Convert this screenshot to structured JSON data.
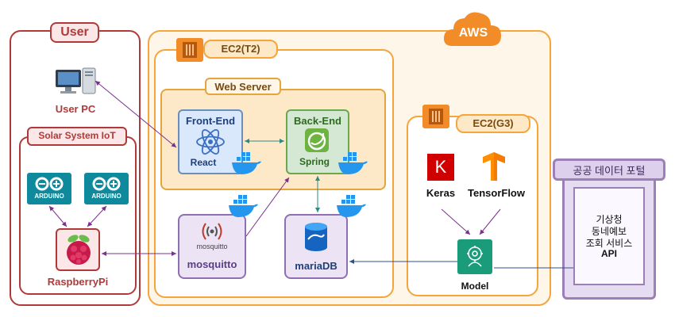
{
  "user": {
    "title": "User",
    "pc_label": "User PC",
    "iot_title": "Solar System IoT",
    "arduino1": "ARDUINO",
    "arduino2": "ARDUINO",
    "pi_label": "RaspberryPi"
  },
  "aws": {
    "badge": "AWS",
    "ec2_t2": {
      "title": "EC2(T2)",
      "web_server": {
        "title": "Web Server",
        "frontend_title": "Front-End",
        "frontend_tech": "React",
        "backend_title": "Back-End",
        "backend_tech": "Spring"
      },
      "mosquitto_logo": "mosquitto",
      "mosquitto_label": "mosquitto",
      "mariadb_label": "mariaDB"
    },
    "ec2_g3": {
      "title": "EC2(G3)",
      "keras_label": "Keras",
      "tensorflow_label": "TensorFlow",
      "model_label": "Model"
    }
  },
  "portal": {
    "title": "공공 데이터 포털",
    "service_lines": [
      "기상청",
      "동네예보",
      "조회 서비스",
      "API"
    ]
  },
  "colors": {
    "user_border": "#b03a3a",
    "user_fill": "#fbe7e7",
    "aws_border": "#f5a53a",
    "aws_fill": "#fff6ea",
    "webserver_fill": "#fde9c8",
    "frontend_border": "#6c8ebf",
    "frontend_fill": "#dae8fc",
    "backend_border": "#6aa84f",
    "backend_fill": "#d5e8d4",
    "mqtt_border": "#8e6fb0",
    "mqtt_fill": "#ece4f5",
    "portal_border": "#9c7fb7",
    "portal_fill": "#e6dcf1",
    "connector": "#7b2f8e"
  }
}
